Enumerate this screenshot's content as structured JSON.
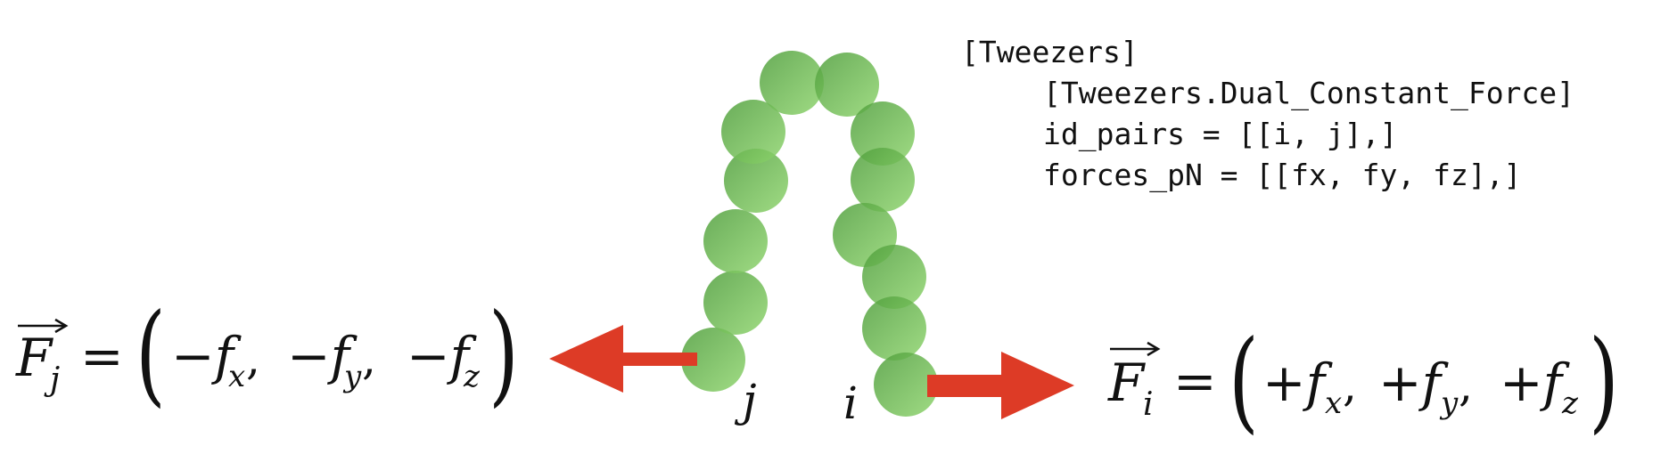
{
  "code_block": {
    "line1": "[Tweezers]",
    "line2": "[Tweezers.Dual_Constant_Force]",
    "line3": "id_pairs = [[i, j],]",
    "line4": "forces_pN = [[fx, fy, fz],]"
  },
  "bead_labels": {
    "j": "j",
    "i": "i"
  },
  "equation_left": {
    "force_symbol": "F",
    "subscript": "j",
    "equals": "=",
    "open_paren": "(",
    "comp_x": "−f",
    "sub_x": "x",
    "sep1": ",",
    "comp_y": "−f",
    "sub_y": "y",
    "sep2": ",",
    "comp_z": "−f",
    "sub_z": "z",
    "close_paren": ")"
  },
  "equation_right": {
    "force_symbol": "F",
    "subscript": "i",
    "equals": "=",
    "open_paren": "(",
    "comp_x": "+f",
    "sub_x": "x",
    "sep1": ",",
    "comp_y": "+f",
    "sub_y": "y",
    "sep2": ",",
    "comp_z": "+f",
    "sub_z": "z",
    "close_paren": ")"
  },
  "colors": {
    "bead_light": "#8fd56e",
    "bead_dark": "#4f9e3c",
    "arrow": "#dd3b26",
    "text": "#111111"
  }
}
